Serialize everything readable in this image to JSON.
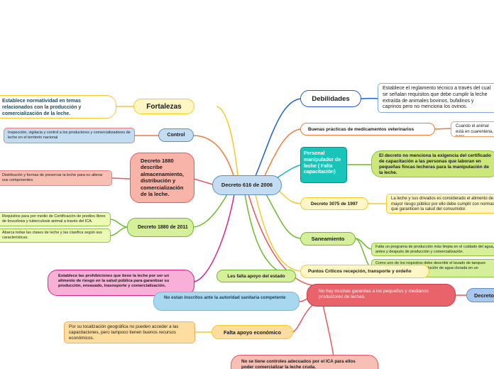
{
  "central": "Decreto 616 de 2006",
  "left": {
    "fortalezas": "Fortalezas",
    "fortalezas_desc": "Establece normatividad en temas relacionados con la producción y comercialización de la leche.",
    "control": "Control",
    "control_desc": "Inspección, vigilacia y control a los productores y comercializadores de leche en el territorio nacional",
    "decreto1880_describe": "Decreto 1880 describe almacenamiento, distribución y comercialización de la leche.",
    "decreto1880_describe_desc": "Distribución y formas de preservar la leche para no alterar sus componentes.",
    "decreto1880_2011": "Decreto 1880 de 2011",
    "decreto1880_desc1": "Requisitos para por medio de Certificación de predios libres de brucelosis y tuberculosis animal a través del ICA.",
    "decreto1880_desc2": "Abarca todas las clases de leche y las clasifica según sus características.",
    "prohibiciones": "Establece las prohibiciones que tiene la leche por ser un alimento de riesgo en la salud pública para garantizar su producción, envasado, trasnsporte y comercialización."
  },
  "right": {
    "debilidades": "Debilidades",
    "debilidades_desc": "Establece el reglamento técnico a través del cual se señalan  requisitos que debe cumplir la leche extraída de animales bovinos, bufalinos y caprinos pero no menciona los ovinos.",
    "buenas_practicas": "Buenas prácticas de medicamentos veterinarios",
    "buenas_practicas_desc": "Cuando el animal está en cuarentena, para...",
    "personal": "Personal manipulador de leche ( Falta capacitación)",
    "personal_desc": "El decreto no menciona la exigencia del certificado de capacitación a las personas que laboran en pequeñas fincas lecheras para la manipulación de la leche.",
    "decreto3075": "Decreto 3075 de 1997",
    "decreto3075_desc": "La leche y sus drivados es considerado el alimento de mayor riesgo público por ello debe cumplir con normas que garanticen la salud del consumidor.",
    "saneamiento": "Saneamiento",
    "saneamiento_desc1": "Falta un programa de producción más limpia en el cuidado del agua, antes y después de producción y comercialización.",
    "saneamiento_desc2": "Como uno de los requisitos debe describir el lavado de tanques aparte de agua y jabon con solución de agua clorada en un determinado porcentaje.",
    "puntos_criticos": "Puntos Críticos recepción, transporte y ordeño"
  },
  "bottom": {
    "falta_apoyo_estado": "Les falta apoyo del estado",
    "no_garantias": "No hay muchas garantias a los pequeños y medianos productores de leches.",
    "decreto_cut": "Decreto",
    "no_inscritos": "No estan inscritos ante la autoridad sanitaria competente",
    "falta_apoyo_economico": "Falta apoyo económico",
    "apoyo_economico_desc": "Por su localización geográfica no pueden acceder a las capacitaciones, pero tampoco tienen buenos recursos económicos.",
    "controles_ica": "No se tiene controles adecuados por el ICA para ellos poder comercializar la leche cruda."
  },
  "colors": {
    "central_fill": "#c3dcf2",
    "central_border": "#5a8fc7",
    "blue_branch": "#1c5fd0",
    "orange_branch": "#f07a38",
    "teal_branch": "#19b8b0",
    "yellow_branch": "#f6c928",
    "green_branch": "#6cbb28",
    "magenta_branch": "#d8248a",
    "red_branch": "#e8575b"
  }
}
